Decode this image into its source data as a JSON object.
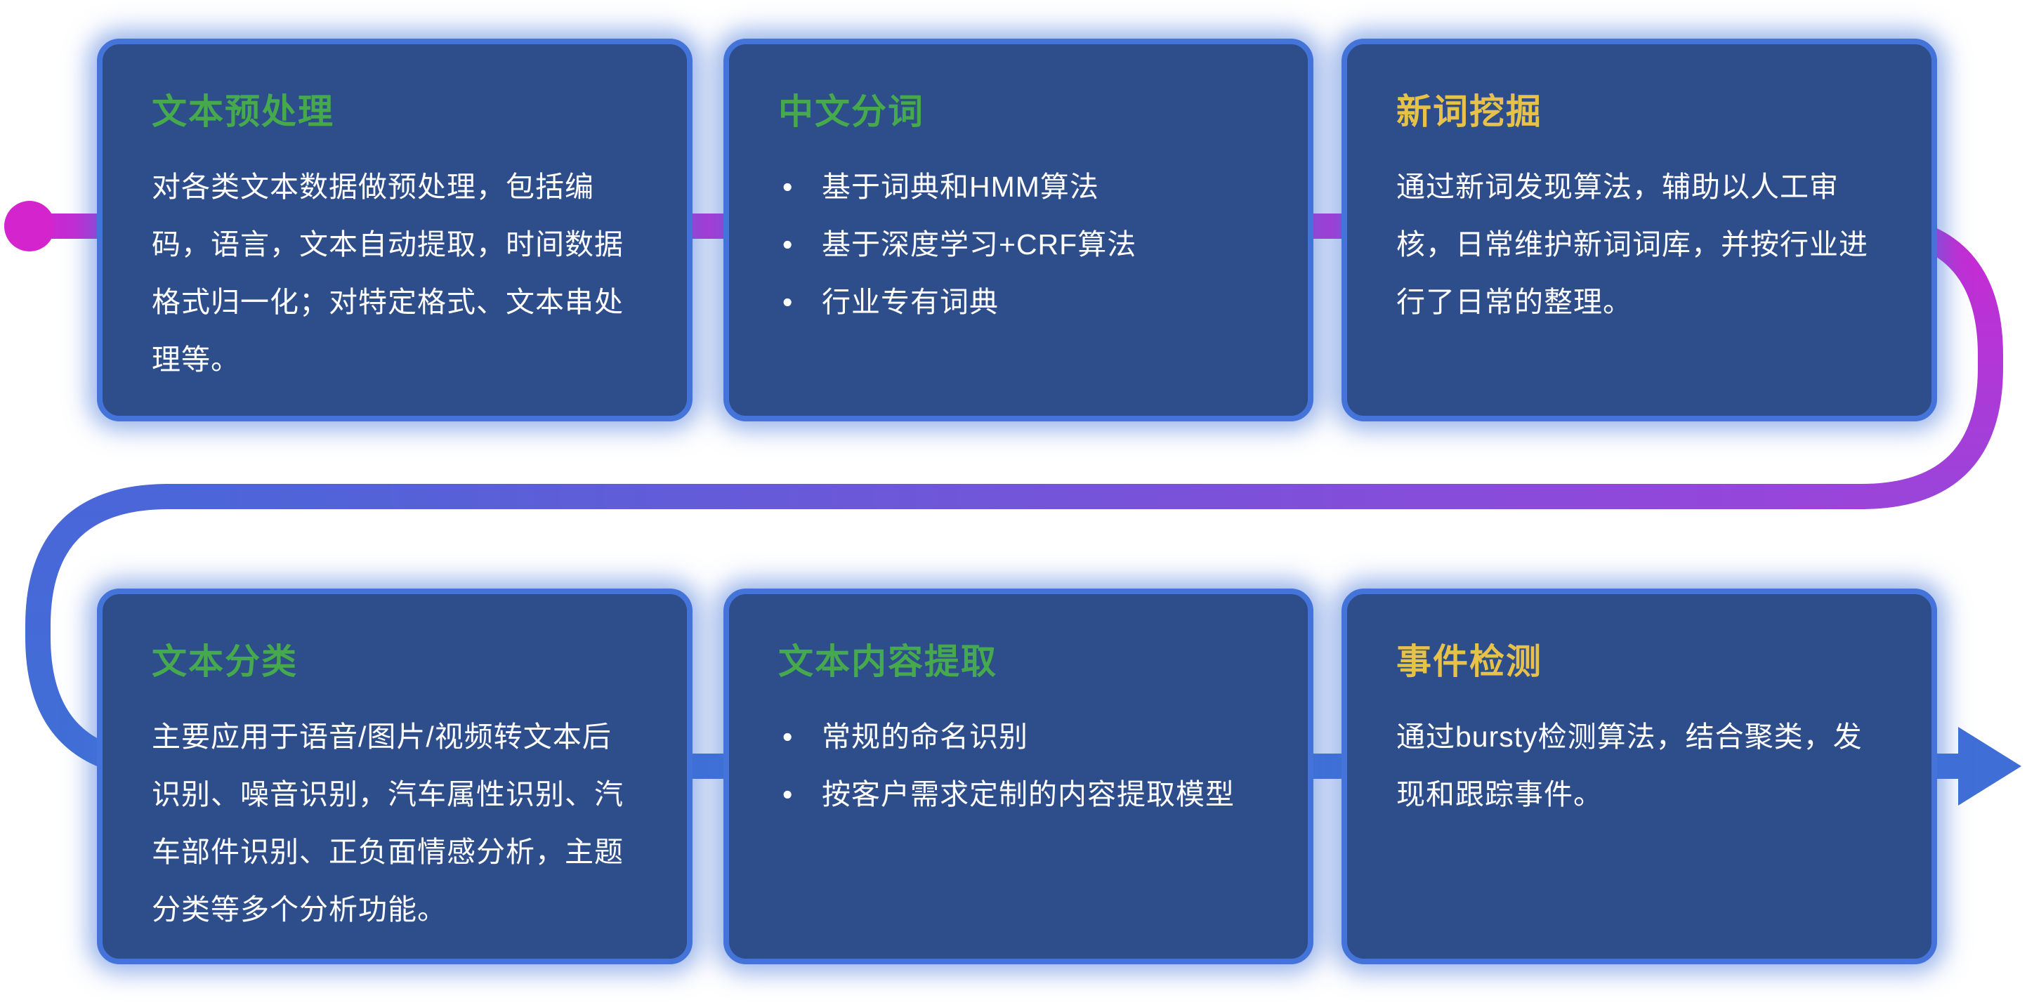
{
  "colors": {
    "magenta": "#c92ad2",
    "purple": "#9a44da",
    "blue": "#3f6fd6",
    "card_bg": "#2d4d8b",
    "card_glow": "#4474d9",
    "title_green": "#47a94d",
    "title_yellow": "#e7c24a",
    "body_text": "#ffffff"
  },
  "connector": {
    "start_shape": "dot",
    "end_shape": "arrow",
    "flow": "left-to-right, S-curve through two rows"
  },
  "cards": [
    {
      "title": "文本预处理",
      "title_color": "green",
      "body": "对各类文本数据做预处理，包括编码，语言，文本自动提取，时间数据格式归一化；对特定格式、文本串处理等。",
      "bullets": []
    },
    {
      "title": "中文分词",
      "title_color": "green",
      "body": "",
      "bullets": [
        "基于词典和HMM算法",
        "基于深度学习+CRF算法",
        "行业专有词典"
      ]
    },
    {
      "title": "新词挖掘",
      "title_color": "yellow",
      "body": "通过新词发现算法，辅助以人工审核，日常维护新词词库，并按行业进行了日常的整理。",
      "bullets": []
    },
    {
      "title": "文本分类",
      "title_color": "green",
      "body": "主要应用于语音/图片/视频转文本后识别、噪音识别，汽车属性识别、汽车部件识别、正负面情感分析，主题分类等多个分析功能。",
      "bullets": []
    },
    {
      "title": "文本内容提取",
      "title_color": "green",
      "body": "",
      "bullets": [
        "常规的命名识别",
        "按客户需求定制的内容提取模型"
      ]
    },
    {
      "title": "事件检测",
      "title_color": "yellow",
      "body": "通过bursty检测算法，结合聚类，发现和跟踪事件。",
      "bullets": []
    }
  ]
}
